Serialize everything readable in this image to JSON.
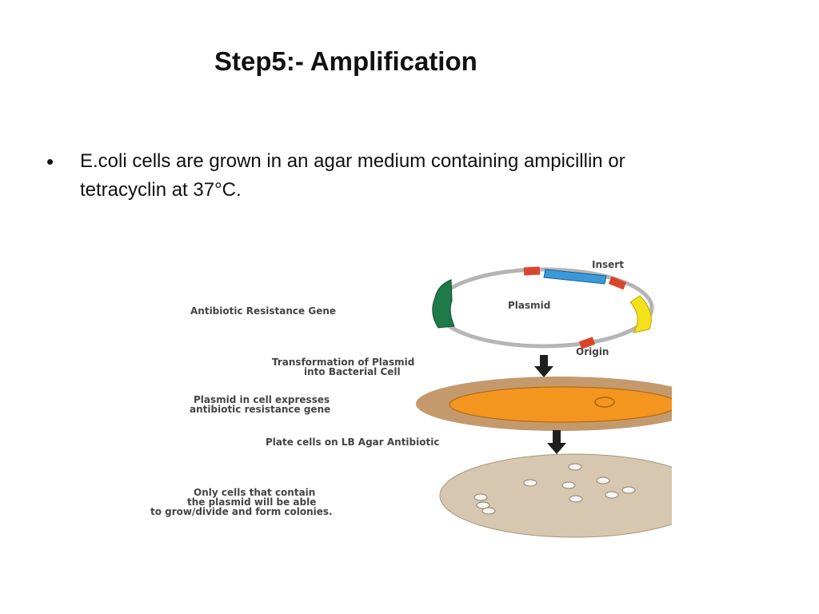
{
  "slide": {
    "title": "Step5:- Amplification",
    "bullet_symbol": "•",
    "bullet_text": "E.coli cells are grown in an agar medium  containing ampicillin or tetracyclin at 37°C."
  },
  "figure": {
    "labels": {
      "insert": "Insert",
      "plasmid": "Plasmid",
      "origin": "Origin",
      "antibiotic_gene": "Antibiotic Resistance Gene",
      "transformation_line1": "Transformation of Plasmid",
      "transformation_line2": "into Bacterial Cell",
      "expresses_line1": "Plasmid in cell expresses",
      "expresses_line2": "antibiotic resistance gene",
      "plate": "Plate cells on LB Agar Antibiotic",
      "only_line1": "Only cells that contain",
      "only_line2": "the plasmid will be able",
      "only_line3": "to grow/divide and form colonies."
    },
    "colors": {
      "plasmid_ring": "#b5b5b5",
      "insert_blue": "#3a9ad9",
      "marker_red": "#d9452b",
      "antibiotic_green": "#1f7a4a",
      "gene_yellow": "#f2e11b",
      "arrow": "#1f1f1f",
      "cell_outer": "#c49a6c",
      "cell_inner": "#f3951f",
      "dish": "#d7c7b1",
      "colony": "#f7f4ef",
      "label_text": "#444444"
    }
  }
}
